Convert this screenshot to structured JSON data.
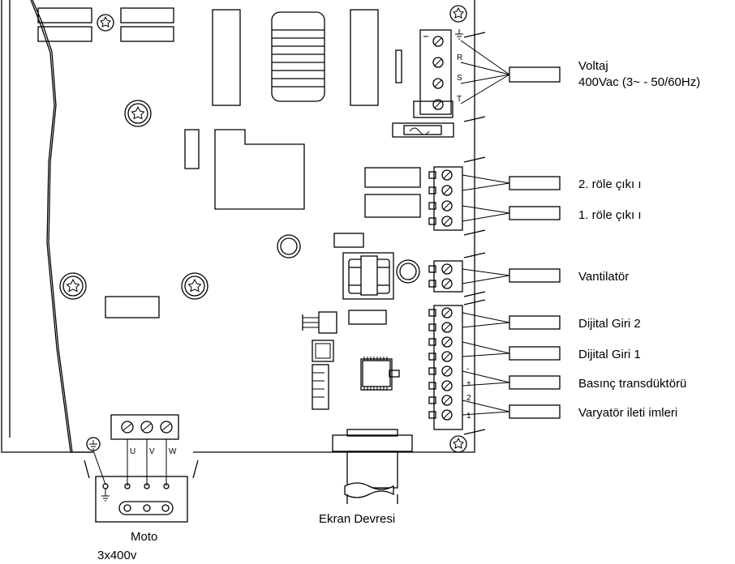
{
  "labels": {
    "voltage_line1": "Voltaj",
    "voltage_line2": "400Vac (3~ - 50/60Hz)",
    "relay2": "2. röle çıkı ı",
    "relay1": "1. röle çıkı ı",
    "fan": "Vantilatör",
    "digital_input2": "Dijital Giri 2",
    "digital_input1": "Dijital Giri 1",
    "pressure_transducer": "Basınç transdüktörü",
    "drive_comm": "Varyatör ileti imleri",
    "display_board": "Ekran Devresi",
    "motor_line1": "Moto",
    "motor_line2": "3x400v"
  },
  "terminals": {
    "mains": [
      "R",
      "S",
      "T"
    ],
    "motor": [
      "U",
      "V",
      "W"
    ],
    "transducer_minus": "-",
    "transducer_plus": "+",
    "comm_2": "2",
    "comm_1": "1"
  }
}
